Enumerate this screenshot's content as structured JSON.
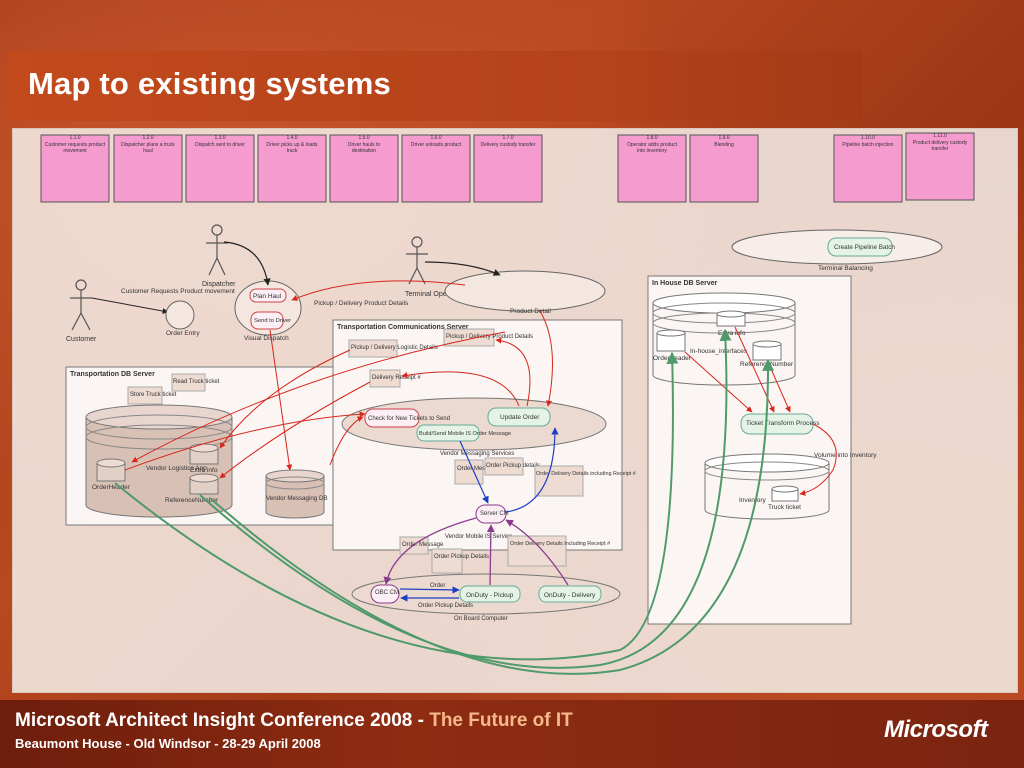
{
  "slide": {
    "title": "Map to existing systems",
    "footer": {
      "conference": "Microsoft Architect Insight Conference 2008 - ",
      "tagline": "The Future of IT",
      "venue": "Beaumont House - Old Windsor - 28-29 April 2008",
      "logo": "Microsoft"
    }
  },
  "process_steps": [
    {
      "id": "1.1.0",
      "label": "Customer requests product movement"
    },
    {
      "id": "1.2.0",
      "label": "Dispatcher plans a truck haul"
    },
    {
      "id": "1.3.0",
      "label": "Dispatch sent to driver"
    },
    {
      "id": "1.4.0",
      "label": "Driver picks up & loads truck"
    },
    {
      "id": "1.5.0",
      "label": "Driver hauls to destination"
    },
    {
      "id": "1.6.0",
      "label": "Driver unloads product"
    },
    {
      "id": "1.7.0",
      "label": "Delivery custody transfer"
    },
    {
      "id": "1.8.0",
      "label": "Operator adds product into inventory"
    },
    {
      "id": "1.9.0",
      "label": "Blending"
    },
    {
      "id": "1.10.0",
      "label": "Pipeline batch injection"
    },
    {
      "id": "1.11.0",
      "label": "Product delivery custody transfer"
    }
  ],
  "actors": {
    "customer": "Customer",
    "dispatcher": "Dispatcher",
    "terminal_operator": "Terminal Operator"
  },
  "labels": {
    "customer_requests": "Customer Requests Product movement",
    "order_entry": "Order Entry",
    "plan_haul": "Plan Haul",
    "send_to_driver": "Send to Driver",
    "visual_dispatch": "Visual Dispatch",
    "pickup_delivery_product": "Pickup / Delivery Product Details",
    "product_detail": "Product Detail",
    "create_pipeline_batch": "Create Pipeline Batch",
    "terminal_balancing": "Terminal Balancing",
    "transportation_db_server": "Transportation DB Server",
    "store_truck_ticket": "Store Truck ticket",
    "read_truck_ticket": "Read Truck ticket",
    "vendor_logistics_app": "Vendor Logistics App",
    "order_header": "OrderHeader",
    "extra_info": "Extra info",
    "reference_number": "ReferenceNumber",
    "vendor_messaging_db": "Vendor Messaging DB",
    "tcs": "Transportation Communications Server",
    "pickup_delivery_logistic": "Pickup / Delivery Logistic Details",
    "pickup_delivery_product2": "Pickup / Delivery Product Details",
    "delivery_receipt": "Delivery Receipt #",
    "check_new_tickets": "Check for New Tickets to Send",
    "build_send_mobile": "Build/Send Mobile IS Order Message",
    "update_order": "Update Order",
    "vendor_messaging_services": "Vendor Messaging Services",
    "order_message": "Order Message",
    "order_pickup_details": "Order Pickup details",
    "order_delivery_details": "Order Delivery Details including Receipt #",
    "server_cm": "Server CM",
    "vendor_mobile_is": "Vendor Mobile IS Service",
    "order_message2": "Order Message",
    "order_pickup_details2": "Order Pickup Details",
    "order_delivery_details2": "Order Delivery Details Including Receipt #",
    "obc_cm": "OBC CM",
    "order": "Order",
    "onduty_pickup": "OnDuty - Pickup",
    "onduty_delivery": "OnDuty - Delivery",
    "order_pickup_details3": "Order Pickup Details",
    "on_board_computer": "On Board Computer",
    "in_house_db_server": "In House DB Server",
    "extra_info2": "Extra info",
    "in_house_interfaces": "In-house_interfaces",
    "order_header2": "OrderHeader",
    "reference_number2": "ReferenceNumber",
    "ticket_transform": "Ticket Transform Process",
    "volume_into_inventory": "Volume into Inventory",
    "inventory": "Inventory",
    "truck_ticket": "Truck ticket"
  },
  "colors": {
    "step_box": "#f59bd0",
    "red_arrow": "#d7261c",
    "green_arrow": "#4f9a6a",
    "blue_arrow": "#1d3fc4",
    "purple_arrow": "#8b3a8e"
  }
}
